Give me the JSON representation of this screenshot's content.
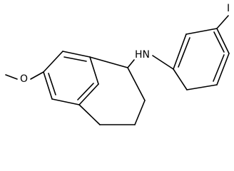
{
  "molecule": {
    "atoms": {
      "methoxy_oxygen": "O",
      "amine": "HN",
      "iodine": "I"
    }
  }
}
